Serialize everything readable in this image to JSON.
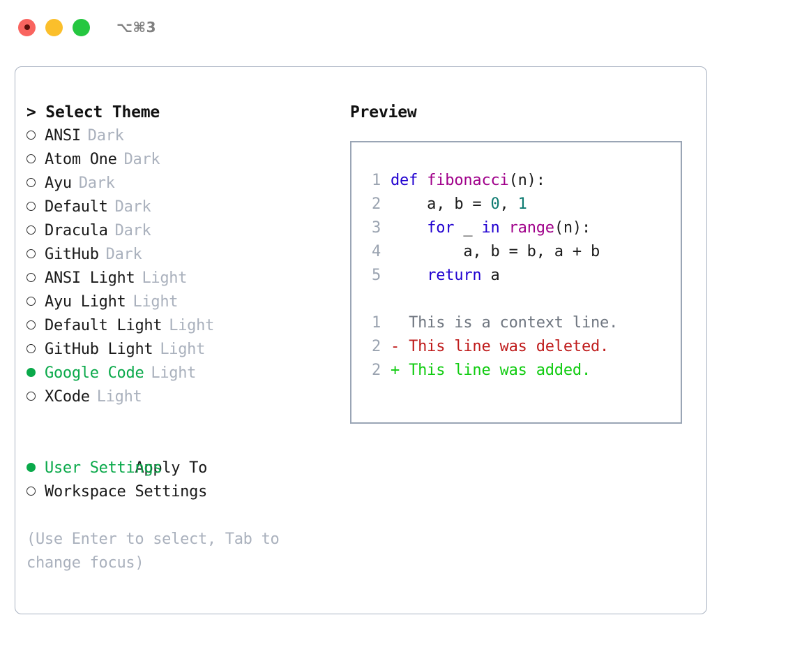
{
  "titlebar": {
    "shortcut": "⌥⌘3",
    "buttons": [
      {
        "name": "close",
        "color": "#f9645f"
      },
      {
        "name": "minimize",
        "color": "#fbbf2b"
      },
      {
        "name": "maximize",
        "color": "#25c740"
      }
    ]
  },
  "colors": {
    "accent_green": "#0aa94a",
    "muted": "#aab1bd",
    "border": "#9aa5b5",
    "diff_added": "#11cc11",
    "diff_deleted": "#bf1b1b",
    "diff_context": "#6f7680",
    "keyword": "#2000d0",
    "function": "#a0008a",
    "number": "#0d7a70"
  },
  "theme_list": {
    "header": "> Select Theme",
    "items": [
      {
        "name": "ANSI",
        "variant": "Dark",
        "selected": false
      },
      {
        "name": "Atom One",
        "variant": "Dark",
        "selected": false
      },
      {
        "name": "Ayu",
        "variant": "Dark",
        "selected": false
      },
      {
        "name": "Default",
        "variant": "Dark",
        "selected": false
      },
      {
        "name": "Dracula",
        "variant": "Dark",
        "selected": false
      },
      {
        "name": "GitHub",
        "variant": "Dark",
        "selected": false
      },
      {
        "name": "ANSI Light",
        "variant": "Light",
        "selected": false
      },
      {
        "name": "Ayu Light",
        "variant": "Light",
        "selected": false
      },
      {
        "name": "Default Light",
        "variant": "Light",
        "selected": false
      },
      {
        "name": "GitHub Light",
        "variant": "Light",
        "selected": false
      },
      {
        "name": "Google Code",
        "variant": "Light",
        "selected": true
      },
      {
        "name": "XCode",
        "variant": "Light",
        "selected": false
      }
    ]
  },
  "apply_to": {
    "header": "Apply To",
    "items": [
      {
        "name": "User Settings",
        "variant": "",
        "selected": true
      },
      {
        "name": "Workspace Settings",
        "variant": "",
        "selected": false
      }
    ]
  },
  "hint": "(Use Enter to select, Tab to change focus)",
  "preview": {
    "title": "Preview",
    "code": [
      {
        "lineno": "1",
        "tokens": [
          {
            "t": "def ",
            "c": "kw"
          },
          {
            "t": "fibonacci",
            "c": "fn"
          },
          {
            "t": "(n):",
            "c": "pl"
          }
        ]
      },
      {
        "lineno": "2",
        "tokens": [
          {
            "t": "    a, b = ",
            "c": "pl"
          },
          {
            "t": "0",
            "c": "num"
          },
          {
            "t": ", ",
            "c": "pl"
          },
          {
            "t": "1",
            "c": "num"
          }
        ]
      },
      {
        "lineno": "3",
        "tokens": [
          {
            "t": "    ",
            "c": "pl"
          },
          {
            "t": "for",
            "c": "kw"
          },
          {
            "t": " _ ",
            "c": "pl"
          },
          {
            "t": "in",
            "c": "kw"
          },
          {
            "t": " ",
            "c": "pl"
          },
          {
            "t": "range",
            "c": "fn"
          },
          {
            "t": "(n):",
            "c": "pl"
          }
        ]
      },
      {
        "lineno": "4",
        "tokens": [
          {
            "t": "        a, b = b, a + b",
            "c": "pl"
          }
        ]
      },
      {
        "lineno": "5",
        "tokens": [
          {
            "t": "    ",
            "c": "pl"
          },
          {
            "t": "return",
            "c": "kw"
          },
          {
            "t": " a",
            "c": "pl"
          }
        ]
      }
    ],
    "diff": [
      {
        "lineno": "1",
        "marker": " ",
        "text": "This is a context line.",
        "kind": "ctx"
      },
      {
        "lineno": "2",
        "marker": "-",
        "text": "This line was deleted.",
        "kind": "del"
      },
      {
        "lineno": "2",
        "marker": "+",
        "text": "This line was added.",
        "kind": "add"
      }
    ]
  }
}
